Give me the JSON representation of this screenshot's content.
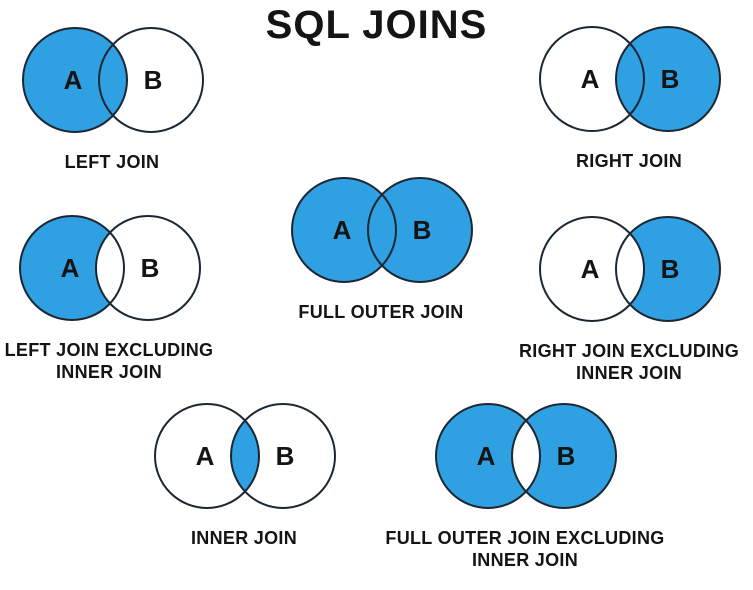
{
  "title": "SQL JOINS",
  "colors": {
    "venn_fill": "#2fa0e2",
    "venn_empty": "#ffffff",
    "venn_stroke": "#1c2733",
    "text": "#141414",
    "background": "#ffffff"
  },
  "diagrams": [
    {
      "id": "left-join",
      "label_lines": [
        "LEFT JOIN"
      ],
      "set_a": "A",
      "set_b": "B",
      "a_filled": true,
      "b_filled": false,
      "intersection_filled": true
    },
    {
      "id": "right-join",
      "label_lines": [
        "RIGHT JOIN"
      ],
      "set_a": "A",
      "set_b": "B",
      "a_filled": false,
      "b_filled": true,
      "intersection_filled": true
    },
    {
      "id": "left-join-excluding-inner-join",
      "label_lines": [
        "LEFT JOIN EXCLUDING",
        "INNER JOIN"
      ],
      "set_a": "A",
      "set_b": "B",
      "a_filled": true,
      "b_filled": false,
      "intersection_filled": false
    },
    {
      "id": "full-outer-join",
      "label_lines": [
        "FULL OUTER JOIN"
      ],
      "set_a": "A",
      "set_b": "B",
      "a_filled": true,
      "b_filled": true,
      "intersection_filled": true
    },
    {
      "id": "right-join-excluding-inner-join",
      "label_lines": [
        "RIGHT JOIN EXCLUDING",
        "INNER JOIN"
      ],
      "set_a": "A",
      "set_b": "B",
      "a_filled": false,
      "b_filled": true,
      "intersection_filled": false
    },
    {
      "id": "inner-join",
      "label_lines": [
        "INNER JOIN"
      ],
      "set_a": "A",
      "set_b": "B",
      "a_filled": false,
      "b_filled": false,
      "intersection_filled": true
    },
    {
      "id": "full-outer-join-excluding-inner-join",
      "label_lines": [
        "FULL OUTER JOIN EXCLUDING",
        "INNER JOIN"
      ],
      "set_a": "A",
      "set_b": "B",
      "a_filled": true,
      "b_filled": true,
      "intersection_filled": false
    }
  ]
}
